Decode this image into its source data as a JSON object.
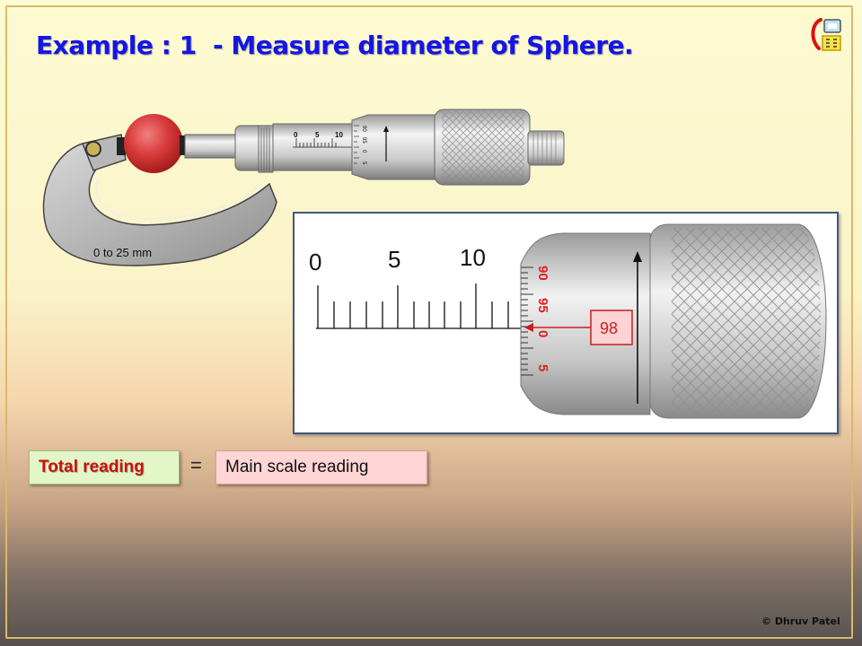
{
  "slide": {
    "title": "Example : 1  - Measure diameter of Sphere.",
    "credit": "© Dhruv Patel"
  },
  "micrometer": {
    "range_label": "0 to 25 mm",
    "sleeve_ticks": [
      "0",
      "5",
      "10"
    ],
    "thimble_ticks": [
      "90",
      "95",
      "0",
      "5"
    ]
  },
  "zoom": {
    "main_scale_labels": [
      "0",
      "5",
      "10"
    ],
    "thimble_labels": [
      "90",
      "95",
      "0",
      "5"
    ],
    "callout_value": "98"
  },
  "formula": {
    "left": "Total reading",
    "equals": "=",
    "right": "Main scale reading"
  },
  "colors": {
    "title": "#1515e6",
    "sphere": "#d83a3a",
    "thimble_digits": "#e0201e",
    "callout_border": "#c81e1e"
  }
}
